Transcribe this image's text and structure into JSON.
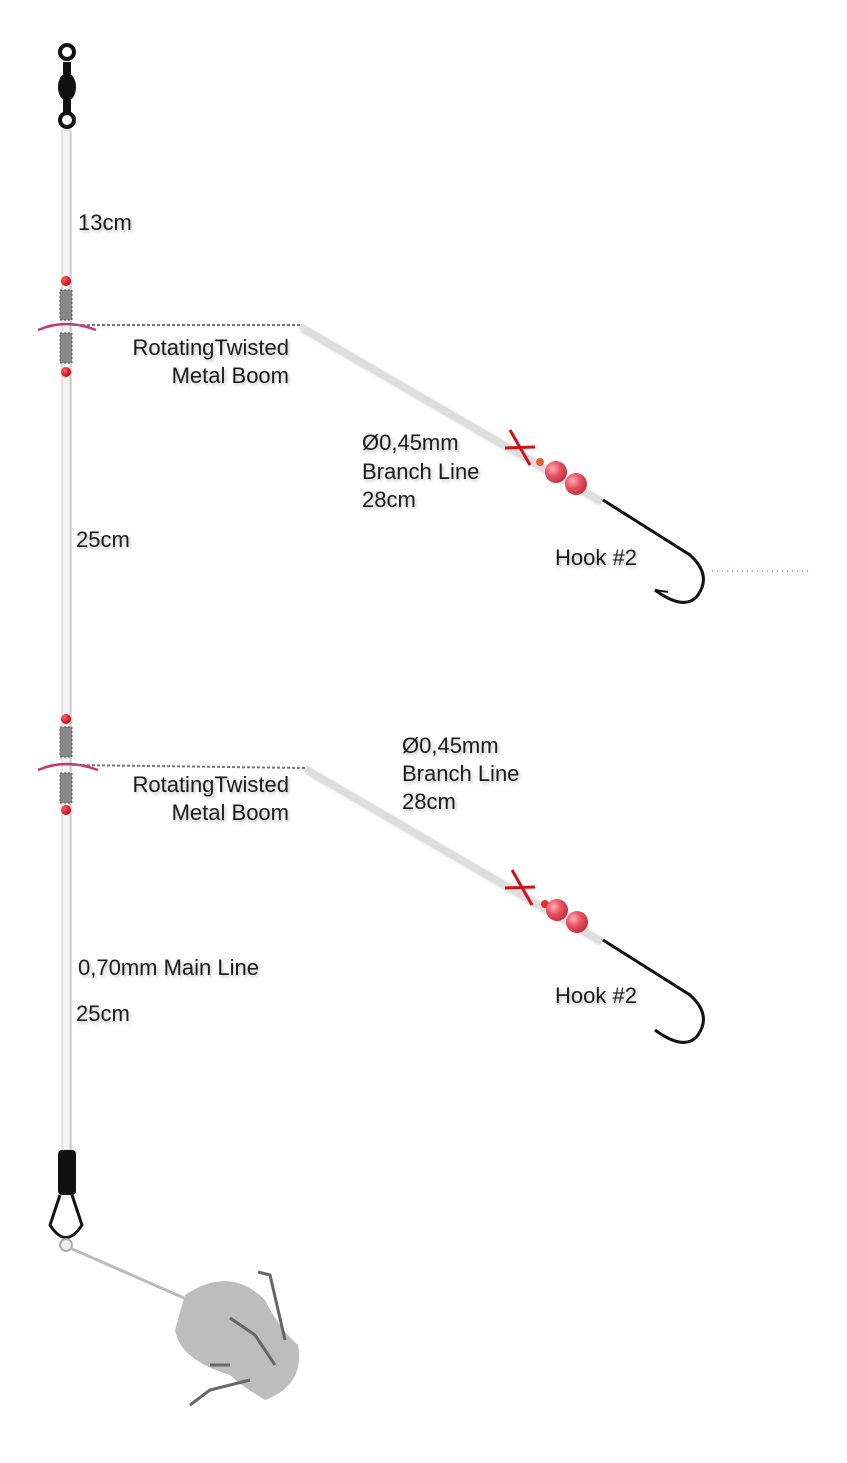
{
  "colors": {
    "bead": "#e8505f",
    "stopper": "#d0101a",
    "arrow": "#d0307a",
    "hook": "#111111",
    "sinker": "#b5b5b5",
    "line": "#e6e6e6"
  },
  "main": {
    "top_length": "13cm",
    "mid_length": "25cm",
    "bottom_length": "25cm",
    "main_line": "0,70mm Main Line"
  },
  "booms": [
    {
      "line1": "RotatingTwisted",
      "line2": "Metal Boom",
      "diameter": "Ø0,45mm",
      "branch": "Branch Line",
      "length": "28cm",
      "hook": "Hook #2"
    },
    {
      "line1": "RotatingTwisted",
      "line2": "Metal Boom",
      "diameter": "Ø0,45mm",
      "branch": "Branch Line",
      "length": "28cm",
      "hook": "Hook #2"
    }
  ]
}
